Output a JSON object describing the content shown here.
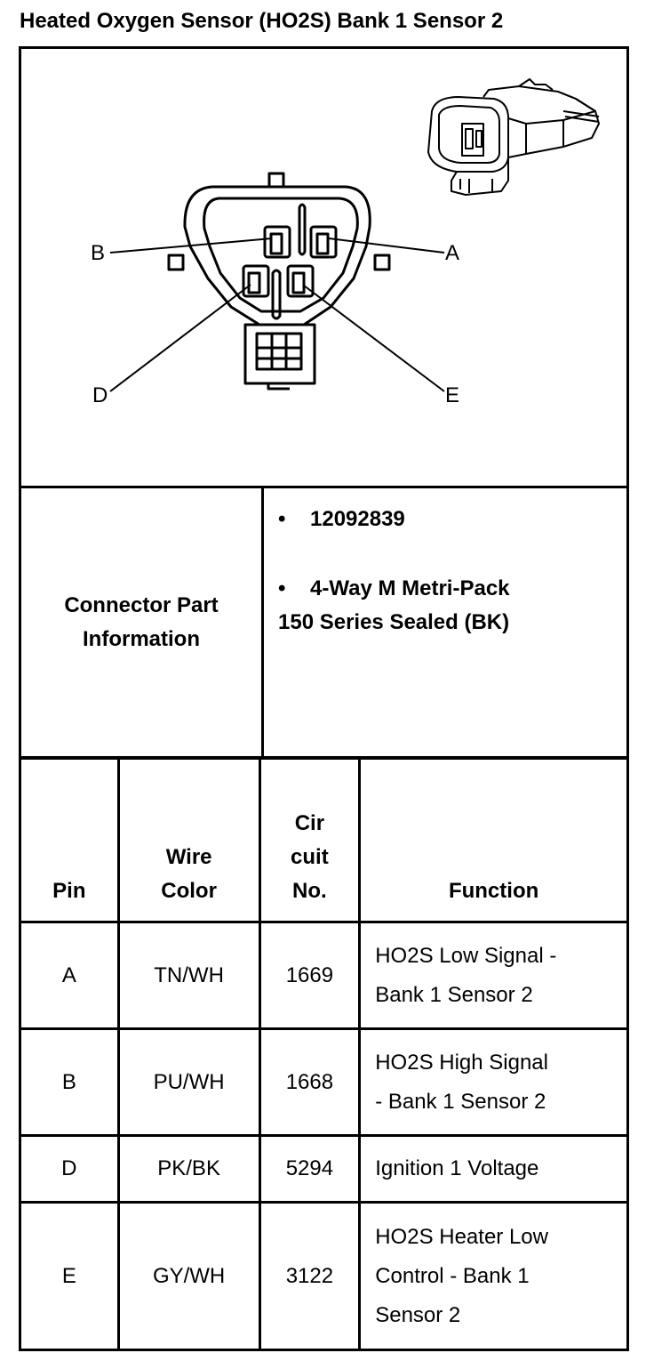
{
  "title": "Heated Oxygen Sensor (HO2S) Bank 1 Sensor 2",
  "diagram": {
    "pin_labels": {
      "a": "A",
      "b": "B",
      "d": "D",
      "e": "E"
    }
  },
  "connector_info": {
    "label_line1": "Connector Part",
    "label_line2": "Information",
    "bullet": "•",
    "part_number": "12092839",
    "description_line1": "4-Way M Metri-Pack",
    "description_line2": "150 Series Sealed (BK)"
  },
  "pin_table": {
    "headers": {
      "pin": "Pin",
      "wire_color_line1": "Wire",
      "wire_color_line2": "Color",
      "circuit_line1": "Cir",
      "circuit_line2": "cuit",
      "circuit_line3": "No.",
      "function": "Function"
    },
    "rows": [
      {
        "pin": "A",
        "wire_color": "TN/WH",
        "circuit": "1669",
        "function_lines": [
          "HO2S Low Signal -",
          "Bank 1 Sensor 2"
        ]
      },
      {
        "pin": "B",
        "wire_color": "PU/WH",
        "circuit": "1668",
        "function_lines": [
          "HO2S High Signal",
          "- Bank 1 Sensor 2"
        ]
      },
      {
        "pin": "D",
        "wire_color": "PK/BK",
        "circuit": "5294",
        "function_lines": [
          "Ignition 1 Voltage"
        ]
      },
      {
        "pin": "E",
        "wire_color": "GY/WH",
        "circuit": "3122",
        "function_lines": [
          "HO2S Heater Low",
          "Control - Bank 1",
          "Sensor 2"
        ]
      }
    ]
  }
}
